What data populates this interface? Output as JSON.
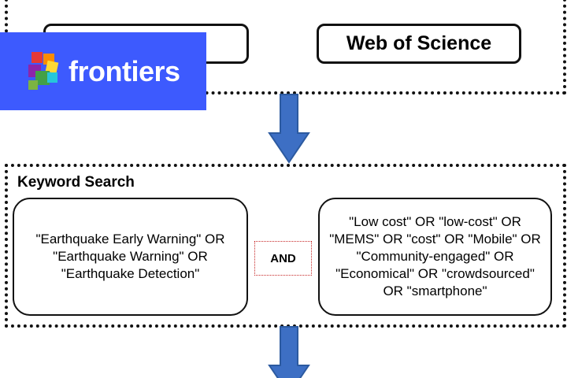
{
  "logo": {
    "text": "frontiers",
    "icon": "frontiers-cube-icon",
    "bg_color": "#3d5afe"
  },
  "databases": {
    "left_label": "",
    "right_label": "Web of Science"
  },
  "keyword_search": {
    "title": "Keyword Search",
    "left_terms": "\"Earthquake Early Warning\" OR \"Earthquake Warning\" OR \"Earthquake Detection\"",
    "operator": "AND",
    "right_terms": "\"Low cost\" OR \"low-cost\" OR \"MEMS\" OR \"cost\" OR \"Mobile\" OR \"Community-engaged\" OR \"Economical\" OR \"crowdsourced\" OR \"smartphone\""
  },
  "colors": {
    "arrow": "#3d6fc4",
    "arrow_outline": "#2c5aa0",
    "border": "#111111",
    "and_border": "#c62828"
  }
}
